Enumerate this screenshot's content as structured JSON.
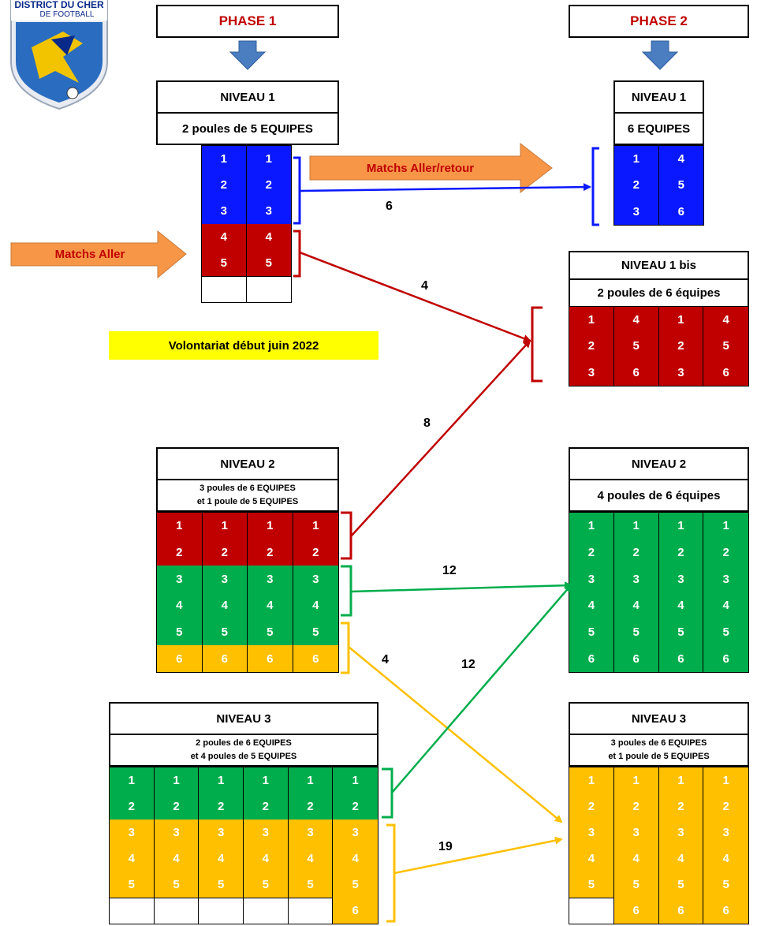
{
  "logo": {
    "line1": "DISTRICT DU CHER",
    "line2": "DE FOOTBALL"
  },
  "phase1": {
    "label": "PHASE 1"
  },
  "phase2": {
    "label": "PHASE 2"
  },
  "p1_n1": {
    "title": "NIVEAU 1",
    "desc": "2 poules de 5 EQUIPES"
  },
  "p2_n1": {
    "title": "NIVEAU 1",
    "desc": "6 EQUIPES"
  },
  "p2_n1bis": {
    "title": "NIVEAU 1 bis",
    "desc": "2 poules de 6 équipes"
  },
  "p1_n2": {
    "title": "NIVEAU 2",
    "desc1": "3 poules de 6 EQUIPES",
    "desc2": "et 1 poule de 5 EQUIPES"
  },
  "p2_n2": {
    "title": "NIVEAU 2",
    "desc": "4 poules de 6 équipes"
  },
  "p1_n3": {
    "title": "NIVEAU 3",
    "desc1": "2 poules de 6 EQUIPES",
    "desc2": "et 4 poules de 5 EQUIPES"
  },
  "p2_n3": {
    "title": "NIVEAU 3",
    "desc1": "3 poules de 6 EQUIPES",
    "desc2": "et 1 poule de 5 EQUIPES"
  },
  "arrows": {
    "matchs_aller_retour": "Matchs Aller/retour",
    "matchs_aller": "Matchs Aller"
  },
  "volontariat": "Volontariat début juin 2022",
  "counts": {
    "c6": "6",
    "c4a": "4",
    "c8": "8",
    "c12a": "12",
    "c12b": "12",
    "c4b": "4",
    "c19": "19"
  },
  "colors": {
    "blue": "#0a18ff",
    "red": "#c00000",
    "green": "#00ad4c",
    "yellow": "#ffc000",
    "orange": "#f79646"
  },
  "grids": {
    "p1_n1": {
      "cols": 2,
      "rows": [
        {
          "color": "blue",
          "vals": [
            "1",
            "1"
          ]
        },
        {
          "color": "blue",
          "vals": [
            "2",
            "2"
          ]
        },
        {
          "color": "blue",
          "vals": [
            "3",
            "3"
          ]
        },
        {
          "color": "red",
          "vals": [
            "4",
            "4"
          ]
        },
        {
          "color": "red",
          "vals": [
            "5",
            "5"
          ]
        },
        {
          "color": "empty",
          "vals": [
            "",
            ""
          ]
        }
      ]
    },
    "p2_n1": {
      "cols": 2,
      "rows": [
        {
          "color": "blue",
          "vals": [
            "1",
            "4"
          ]
        },
        {
          "color": "blue",
          "vals": [
            "2",
            "5"
          ]
        },
        {
          "color": "blue",
          "vals": [
            "3",
            "6"
          ]
        }
      ]
    },
    "p2_n1bis": {
      "cols": 4,
      "rows": [
        {
          "color": "red",
          "vals": [
            "1",
            "4",
            "1",
            "4"
          ]
        },
        {
          "color": "red",
          "vals": [
            "2",
            "5",
            "2",
            "5"
          ]
        },
        {
          "color": "red",
          "vals": [
            "3",
            "6",
            "3",
            "6"
          ]
        }
      ]
    },
    "p1_n2": {
      "cols": 4,
      "rows": [
        {
          "color": "red",
          "vals": [
            "1",
            "1",
            "1",
            "1"
          ]
        },
        {
          "color": "red",
          "vals": [
            "2",
            "2",
            "2",
            "2"
          ]
        },
        {
          "color": "green",
          "vals": [
            "3",
            "3",
            "3",
            "3"
          ]
        },
        {
          "color": "green",
          "vals": [
            "4",
            "4",
            "4",
            "4"
          ]
        },
        {
          "color": "green",
          "vals": [
            "5",
            "5",
            "5",
            "5"
          ]
        },
        {
          "color": "yellow",
          "vals": [
            "6",
            "6",
            "6",
            "6"
          ]
        }
      ]
    },
    "p2_n2": {
      "cols": 4,
      "rows": [
        {
          "color": "green",
          "vals": [
            "1",
            "1",
            "1",
            "1"
          ]
        },
        {
          "color": "green",
          "vals": [
            "2",
            "2",
            "2",
            "2"
          ]
        },
        {
          "color": "green",
          "vals": [
            "3",
            "3",
            "3",
            "3"
          ]
        },
        {
          "color": "green",
          "vals": [
            "4",
            "4",
            "4",
            "4"
          ]
        },
        {
          "color": "green",
          "vals": [
            "5",
            "5",
            "5",
            "5"
          ]
        },
        {
          "color": "green",
          "vals": [
            "6",
            "6",
            "6",
            "6"
          ]
        }
      ]
    },
    "p1_n3": {
      "cols": 6,
      "rows": [
        {
          "colors": [
            "green",
            "green",
            "green",
            "green",
            "green",
            "green"
          ],
          "vals": [
            "1",
            "1",
            "1",
            "1",
            "1",
            "1"
          ]
        },
        {
          "colors": [
            "green",
            "green",
            "green",
            "green",
            "green",
            "green"
          ],
          "vals": [
            "2",
            "2",
            "2",
            "2",
            "2",
            "2"
          ]
        },
        {
          "colors": [
            "yellow",
            "yellow",
            "yellow",
            "yellow",
            "yellow",
            "yellow"
          ],
          "vals": [
            "3",
            "3",
            "3",
            "3",
            "3",
            "3"
          ]
        },
        {
          "colors": [
            "yellow",
            "yellow",
            "yellow",
            "yellow",
            "yellow",
            "yellow"
          ],
          "vals": [
            "4",
            "4",
            "4",
            "4",
            "4",
            "4"
          ]
        },
        {
          "colors": [
            "yellow",
            "yellow",
            "yellow",
            "yellow",
            "yellow",
            "yellow"
          ],
          "vals": [
            "5",
            "5",
            "5",
            "5",
            "5",
            "5"
          ]
        },
        {
          "colors": [
            "empty",
            "empty",
            "empty",
            "empty",
            "empty",
            "yellow"
          ],
          "vals": [
            "",
            "",
            "",
            "",
            "",
            "6"
          ]
        }
      ]
    },
    "p2_n3": {
      "cols": 4,
      "rows": [
        {
          "colors": [
            "yellow",
            "yellow",
            "yellow",
            "yellow"
          ],
          "vals": [
            "1",
            "1",
            "1",
            "1"
          ]
        },
        {
          "colors": [
            "yellow",
            "yellow",
            "yellow",
            "yellow"
          ],
          "vals": [
            "2",
            "2",
            "2",
            "2"
          ]
        },
        {
          "colors": [
            "yellow",
            "yellow",
            "yellow",
            "yellow"
          ],
          "vals": [
            "3",
            "3",
            "3",
            "3"
          ]
        },
        {
          "colors": [
            "yellow",
            "yellow",
            "yellow",
            "yellow"
          ],
          "vals": [
            "4",
            "4",
            "4",
            "4"
          ]
        },
        {
          "colors": [
            "yellow",
            "yellow",
            "yellow",
            "yellow"
          ],
          "vals": [
            "5",
            "5",
            "5",
            "5"
          ]
        },
        {
          "colors": [
            "empty",
            "yellow",
            "yellow",
            "yellow"
          ],
          "vals": [
            "",
            "6",
            "6",
            "6"
          ]
        }
      ]
    }
  }
}
